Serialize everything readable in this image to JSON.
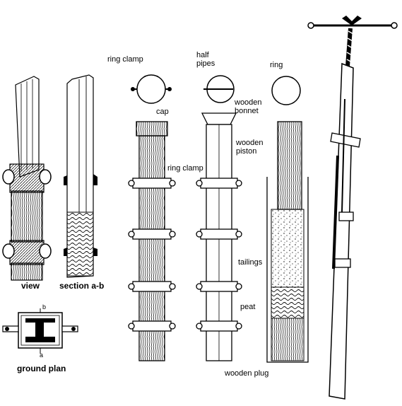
{
  "labels": {
    "ring_clamp_top": "ring clamp",
    "half_pipes": "half\npipes",
    "ring": "ring",
    "cap": "cap",
    "wooden_bonnet": "wooden\nbonnet",
    "wooden_piston": "wooden\npiston",
    "ring_clamp_mid": "ring clamp",
    "tailings": "tailings",
    "peat": "peat",
    "wooden_plug": "wooden plug",
    "view": "view",
    "section_ab": "section a-b",
    "ground_plan": "ground plan",
    "mark_a": "a",
    "mark_b": "b"
  }
}
